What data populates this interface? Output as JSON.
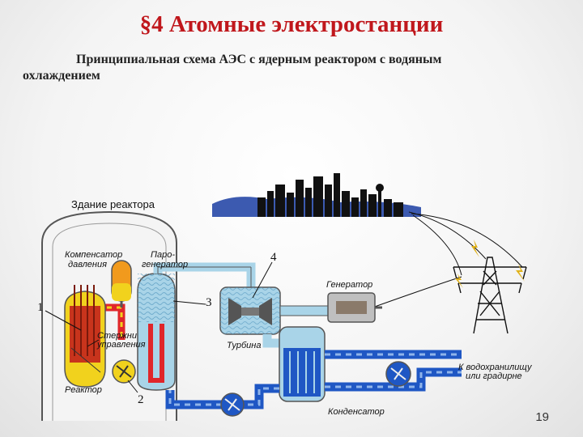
{
  "title": "§4 Атомные электростанции",
  "subtitle_line1": "Принципиальная схема АЭС с ядерным реактором с водяным",
  "subtitle_line2": "охлаждением",
  "page_number": "19",
  "labels": {
    "building": "Здание реактора",
    "compensator_1": "Компенсатор",
    "compensator_2": "давления",
    "steamgen_1": "Паро-",
    "steamgen_2": "генератор",
    "rods_1": "Стержни",
    "rods_2": "управления",
    "reactor": "Реактор",
    "turbine": "Турбина",
    "generator": "Генератор",
    "condenser": "Конденсатор",
    "reservoir_1": "К водохранилищу",
    "reservoir_2": "или градирне"
  },
  "numbers": {
    "n1": "1",
    "n2": "2",
    "n3": "3",
    "n4": "4"
  },
  "colors": {
    "title": "#c0171c",
    "hot_loop": "#e0262a",
    "primary_water": "#f1d21d",
    "steam": "#a9d4e8",
    "cold_water": "#1f57c4",
    "reactor_core": "#c8341c"
  }
}
